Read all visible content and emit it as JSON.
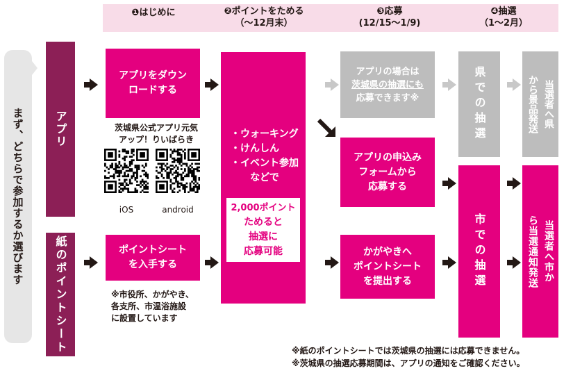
{
  "colors": {
    "magenta": "#e4007f",
    "grey": "#bdbdbd",
    "maroon": "#8c1f56",
    "header_band": "#f8dce8",
    "arrow_black": "#231815",
    "arrow_grey": "#c8c8c8"
  },
  "header": {
    "step1": {
      "title": "❶はじめに"
    },
    "step2": {
      "title": "❷ポイントをためる",
      "sub": "（～12月末）"
    },
    "step3": {
      "title": "❸応募",
      "sub": "(12/15～1/9)"
    },
    "step4": {
      "title": "❹抽選",
      "sub": "（1～2月）"
    }
  },
  "left_label": "まず、どちらで参加するか選びます",
  "route_app": {
    "label": "アプリ"
  },
  "route_paper": {
    "label": "紙のポイントシート"
  },
  "app_download": {
    "line1": "アプリをダウン",
    "line2": "ロードする"
  },
  "app_name": {
    "line1": "茨城県公式アプリ元気",
    "line2": "アップ！りいばらき"
  },
  "qr_ios": {
    "label": "iOS",
    "icon": "qr-code-icon"
  },
  "qr_android": {
    "label": "android",
    "icon": "qr-code-icon"
  },
  "activities": {
    "items": [
      "・ウォーキング",
      "・けんしん",
      "・イベント参加"
    ],
    "suffix": "などで"
  },
  "points_condition": {
    "line1": "2,000ポイント",
    "line2": "ためると",
    "line3": "抽選に",
    "line4": "応募可能"
  },
  "app_pref_note": {
    "line1": "アプリの場合は",
    "line2": "茨城県の抽選にも",
    "line3": "応募できます※"
  },
  "app_apply": {
    "line1": "アプリの申込み",
    "line2": "フォームから",
    "line3": "応募する"
  },
  "paper_get": {
    "line1": "ポイントシート",
    "line2": "を入手する"
  },
  "paper_places": {
    "line1": "※市役所、かがやき、",
    "line2": "各支所、市温浴施設",
    "line3": "に設置しています"
  },
  "paper_submit": {
    "line1": "かがやきへ",
    "line2": "ポイントシート",
    "line3": "を提出する"
  },
  "pref_lottery": {
    "label": "県での抽選"
  },
  "pref_result": {
    "label": "当選者へ県から景品発送"
  },
  "city_lottery": {
    "label": "市での抽選"
  },
  "city_result": {
    "label": "当選者へ市から当選通知発送"
  },
  "footnotes": {
    "line1": "※紙のポイントシートでは茨城県の抽選には応募できません。",
    "line2": "※茨城県の抽選応募期間は、アプリの通知をご確認ください。"
  }
}
